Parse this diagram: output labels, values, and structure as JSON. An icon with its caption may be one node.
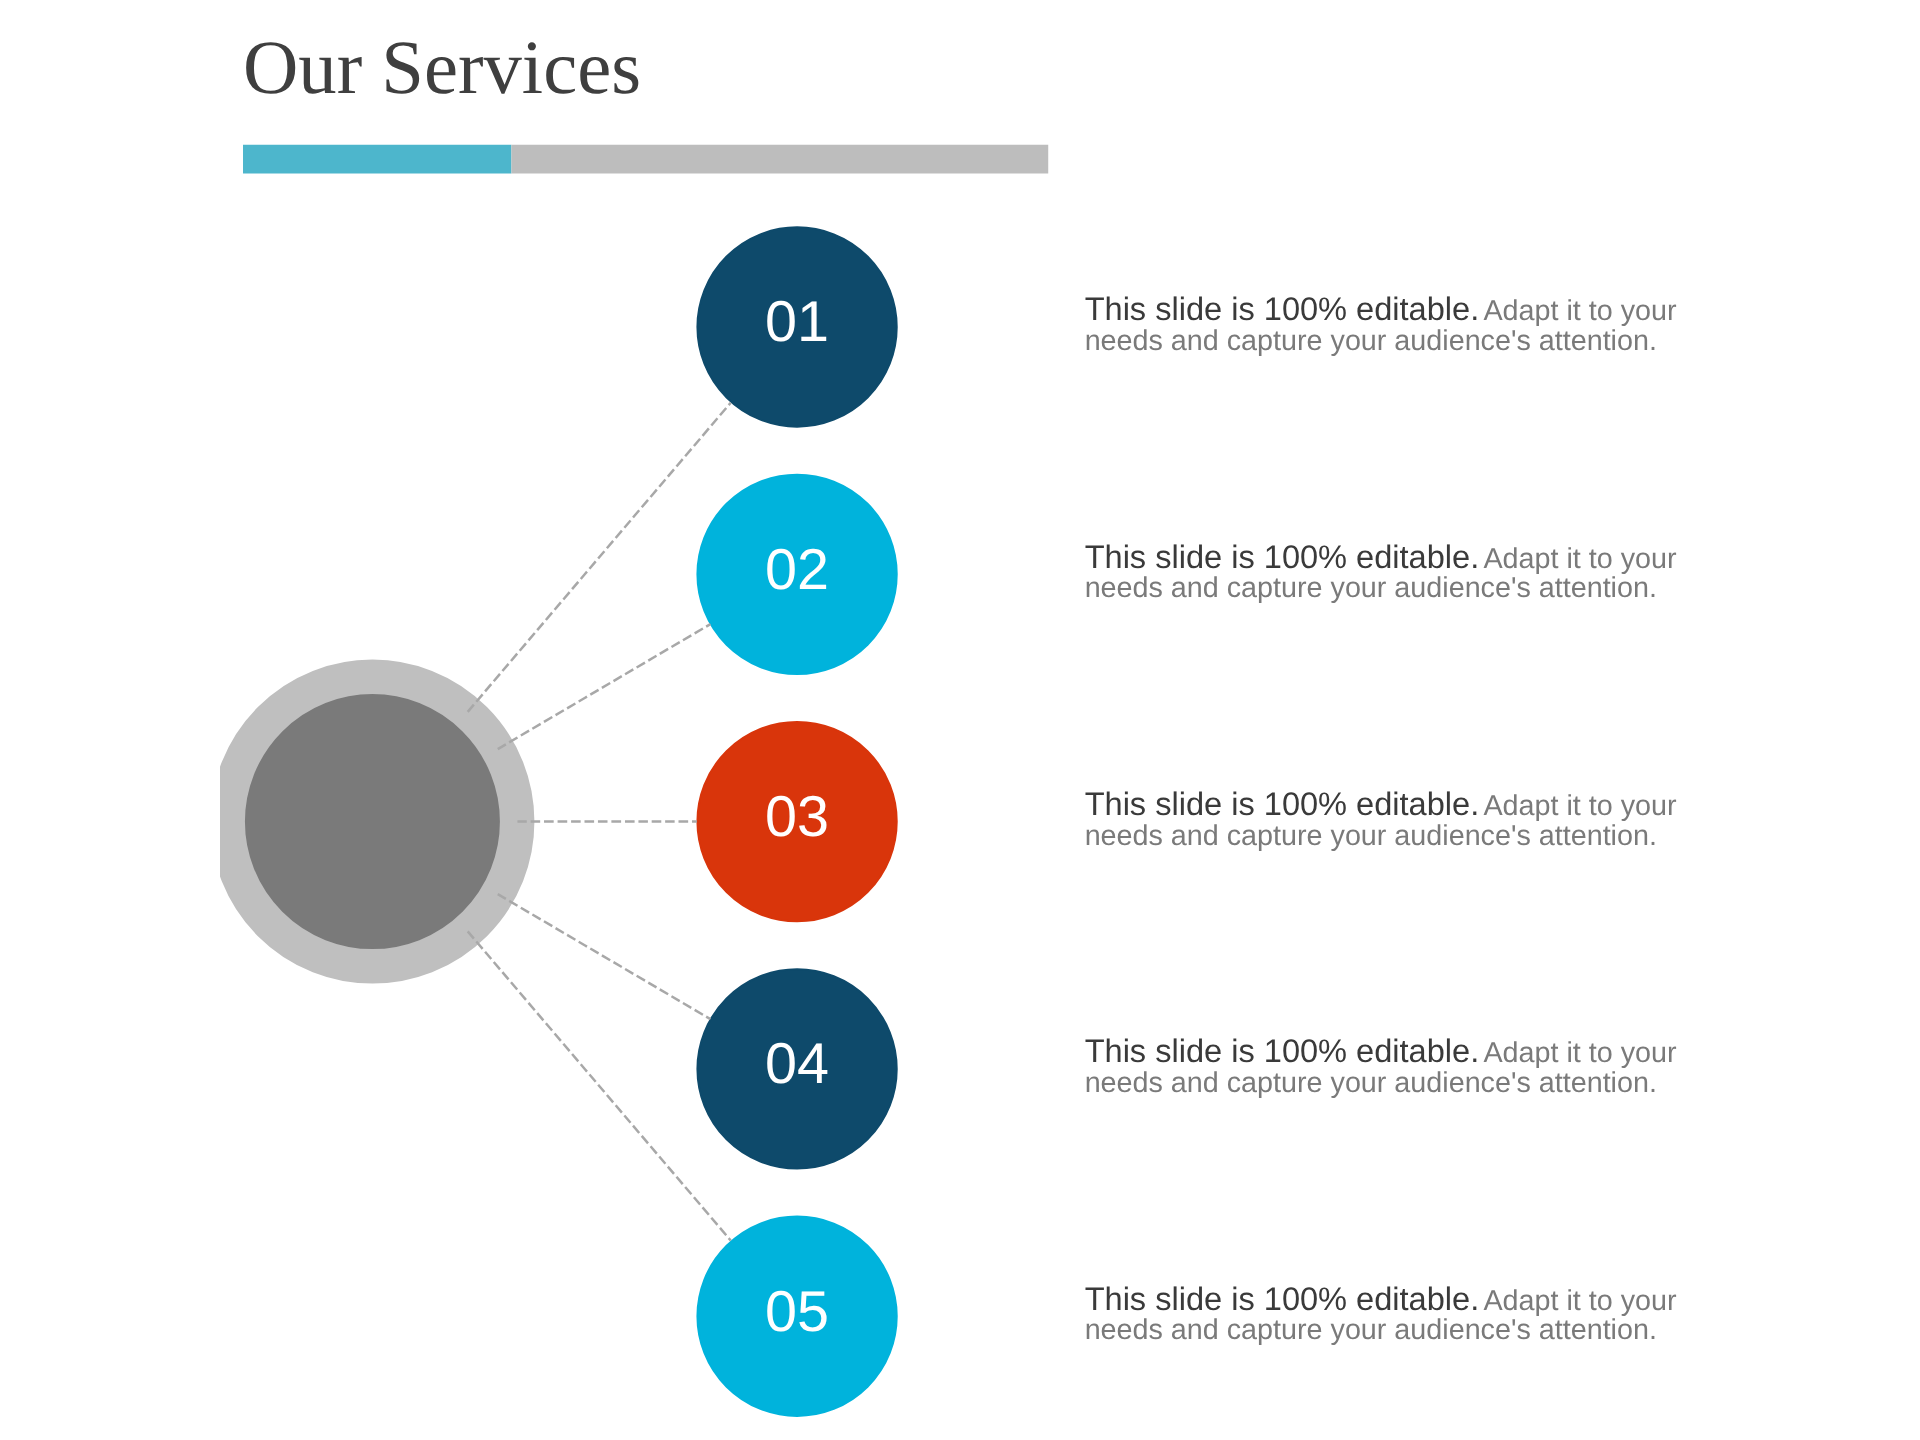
{
  "diagram": {
    "title": "Our Services",
    "nodes": [
      {
        "text": [],
        "shape": "circle"
      },
      {
        "text": [
          "01"
        ],
        "beside": [
          "This slide is 100% editable.",
          "Adapt it to your needs and capture your audience's attention."
        ]
      },
      {
        "text": [
          "02"
        ],
        "beside": [
          "This slide is 100% editable.",
          "Adapt it to your needs and capture your audience's attention."
        ]
      },
      {
        "text": [
          "03"
        ],
        "beside": [
          "This slide is 100% editable.",
          "Adapt it to your needs and capture your audience's attention."
        ]
      },
      {
        "text": [
          "04"
        ],
        "beside": [
          "This slide is 100% editable.",
          "Adapt it to your needs and capture your audience's attention."
        ]
      },
      {
        "text": [
          "05"
        ],
        "beside": [
          "This slide is 100% editable.",
          "Adapt it to your needs and capture your audience's attention."
        ]
      }
    ],
    "edges": [
      {
        "from": 0,
        "to": 1,
        "arrow": "none",
        "style": "dashed"
      },
      {
        "from": 0,
        "to": 2,
        "arrow": "none",
        "style": "dashed"
      },
      {
        "from": 0,
        "to": 3,
        "arrow": "none",
        "style": "dashed"
      },
      {
        "from": 0,
        "to": 4,
        "arrow": "none",
        "style": "dashed"
      },
      {
        "from": 0,
        "to": 5,
        "arrow": "none",
        "style": "dashed"
      }
    ]
  }
}
